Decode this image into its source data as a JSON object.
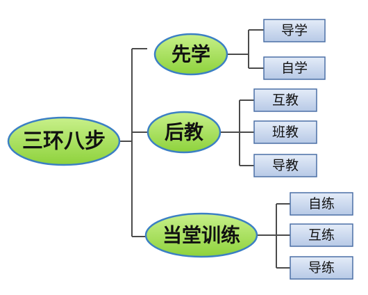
{
  "root": {
    "label": "三环八步"
  },
  "branches": [
    {
      "label": "先学",
      "children": [
        "导学",
        "自学"
      ]
    },
    {
      "label": "后教",
      "children": [
        "互教",
        "班教",
        "导教"
      ]
    },
    {
      "label": "当堂训练",
      "children": [
        "自练",
        "互练",
        "导练"
      ]
    }
  ],
  "colors": {
    "ellipse_fill_top": "#c8f08a",
    "ellipse_fill_bottom": "#8ed23c",
    "ellipse_border": "#3b7fc4",
    "box_fill_top": "#e4ecf8",
    "box_fill_bottom": "#b7c9e6",
    "box_border": "#4a6fa5",
    "connector": "#4a4a4a"
  }
}
